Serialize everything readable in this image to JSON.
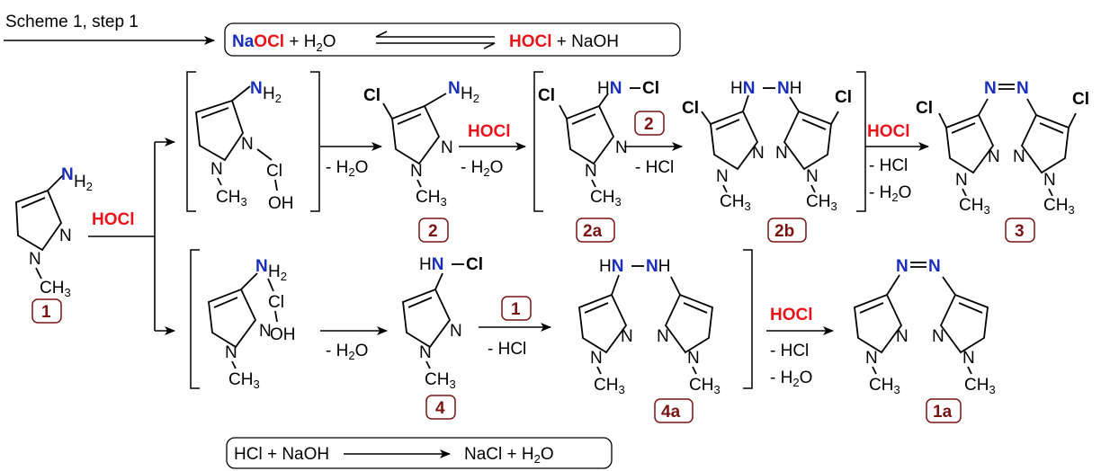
{
  "header": {
    "scheme_label": "Scheme 1, step 1",
    "equilibrium": {
      "Na": "Na",
      "OCl": "OCl",
      "plus1": " + H",
      "h2o_sub": "2",
      "h2o_o": "O",
      "HOCl": "HOCl",
      "plus2": " + NaOH"
    }
  },
  "atoms": {
    "N": "N",
    "NH": "NH",
    "HN": "HN",
    "H": "H",
    "H2": "H",
    "sub2": "2",
    "sub3": "3",
    "CH": "CH",
    "Cl": "Cl",
    "OH": "OH",
    "O": "O"
  },
  "reagents": {
    "hocl": "HOCl",
    "minus_h2o_pre": "- H",
    "minus_h2o_sub": "2",
    "minus_h2o_post": "O",
    "minus_hcl": "- HCl"
  },
  "compound_labels": {
    "c1": "1",
    "c2": "2",
    "c2a": "2a",
    "c2b": "2b",
    "c3": "3",
    "c4": "4",
    "c4a": "4a",
    "c1a": "1a",
    "r2": "2",
    "r1": "1"
  },
  "footer": {
    "left": "HCl + NaOH",
    "right": "NaCl + H",
    "sub": "2",
    "tail": "O"
  },
  "colors": {
    "nitrogen": "#1a2fb8",
    "reagent": "#e8141b",
    "label": "#7a1414"
  }
}
